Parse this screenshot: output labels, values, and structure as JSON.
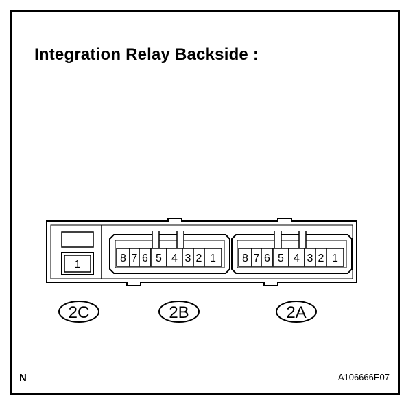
{
  "title": "Integration Relay Backside :",
  "corner_left": "N",
  "corner_right": "A106666E07",
  "connectors": [
    {
      "id": "2C",
      "pins": [
        "1"
      ]
    },
    {
      "id": "2B",
      "pins": [
        "8",
        "7",
        "6",
        "5",
        "4",
        "3",
        "2",
        "1"
      ]
    },
    {
      "id": "2A",
      "pins": [
        "8",
        "7",
        "6",
        "5",
        "4",
        "3",
        "2",
        "1"
      ]
    }
  ]
}
